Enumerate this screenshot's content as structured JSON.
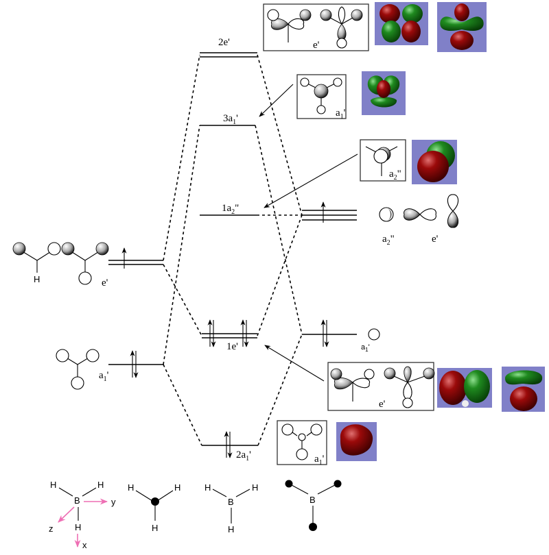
{
  "diagram": {
    "title": "",
    "left_fragment": {
      "upper_label": "e'",
      "upper_electrons": "1 up",
      "lower_label": "a1'",
      "lower_electrons": "up-down pair",
      "h_atom_label": "H"
    },
    "right_fragment": {
      "p_level_label_a2": "a2\"",
      "p_level_label_e": "e'",
      "p_level_electrons": "1 up",
      "s_level_label": "a1'",
      "s_level_electrons": "up-down pair"
    },
    "mo_levels": [
      {
        "label": "2e'",
        "degenerate": true,
        "electrons": ""
      },
      {
        "label": "3a1'",
        "degenerate": false,
        "electrons": ""
      },
      {
        "label": "1a2\"",
        "degenerate": false,
        "electrons": ""
      },
      {
        "label": "1e'",
        "degenerate": true,
        "electrons": "2 pairs"
      },
      {
        "label": "2a1'",
        "degenerate": false,
        "electrons": "1 pair"
      }
    ],
    "inset_boxes": [
      {
        "label": "e'",
        "target": "2e'"
      },
      {
        "label": "a1'",
        "target": "3a1'"
      },
      {
        "label": "a2\"",
        "target": "1a2\""
      },
      {
        "label": "e'",
        "target": "1e'"
      },
      {
        "label": "a1'",
        "target": "2a1'"
      }
    ],
    "orbital_colors": {
      "positive": "#8b0000",
      "negative": "#1e7d1e",
      "background": "#8080c8"
    },
    "axes_molecule": {
      "center": "B",
      "h": "H",
      "axis_x": "x",
      "axis_y": "y",
      "axis_z": "z",
      "axis_color": "#ee6fb4"
    },
    "structures": [
      {
        "center": "",
        "h": "H"
      },
      {
        "center": "B",
        "h": "H"
      },
      {
        "center": "B",
        "h": ""
      }
    ]
  }
}
